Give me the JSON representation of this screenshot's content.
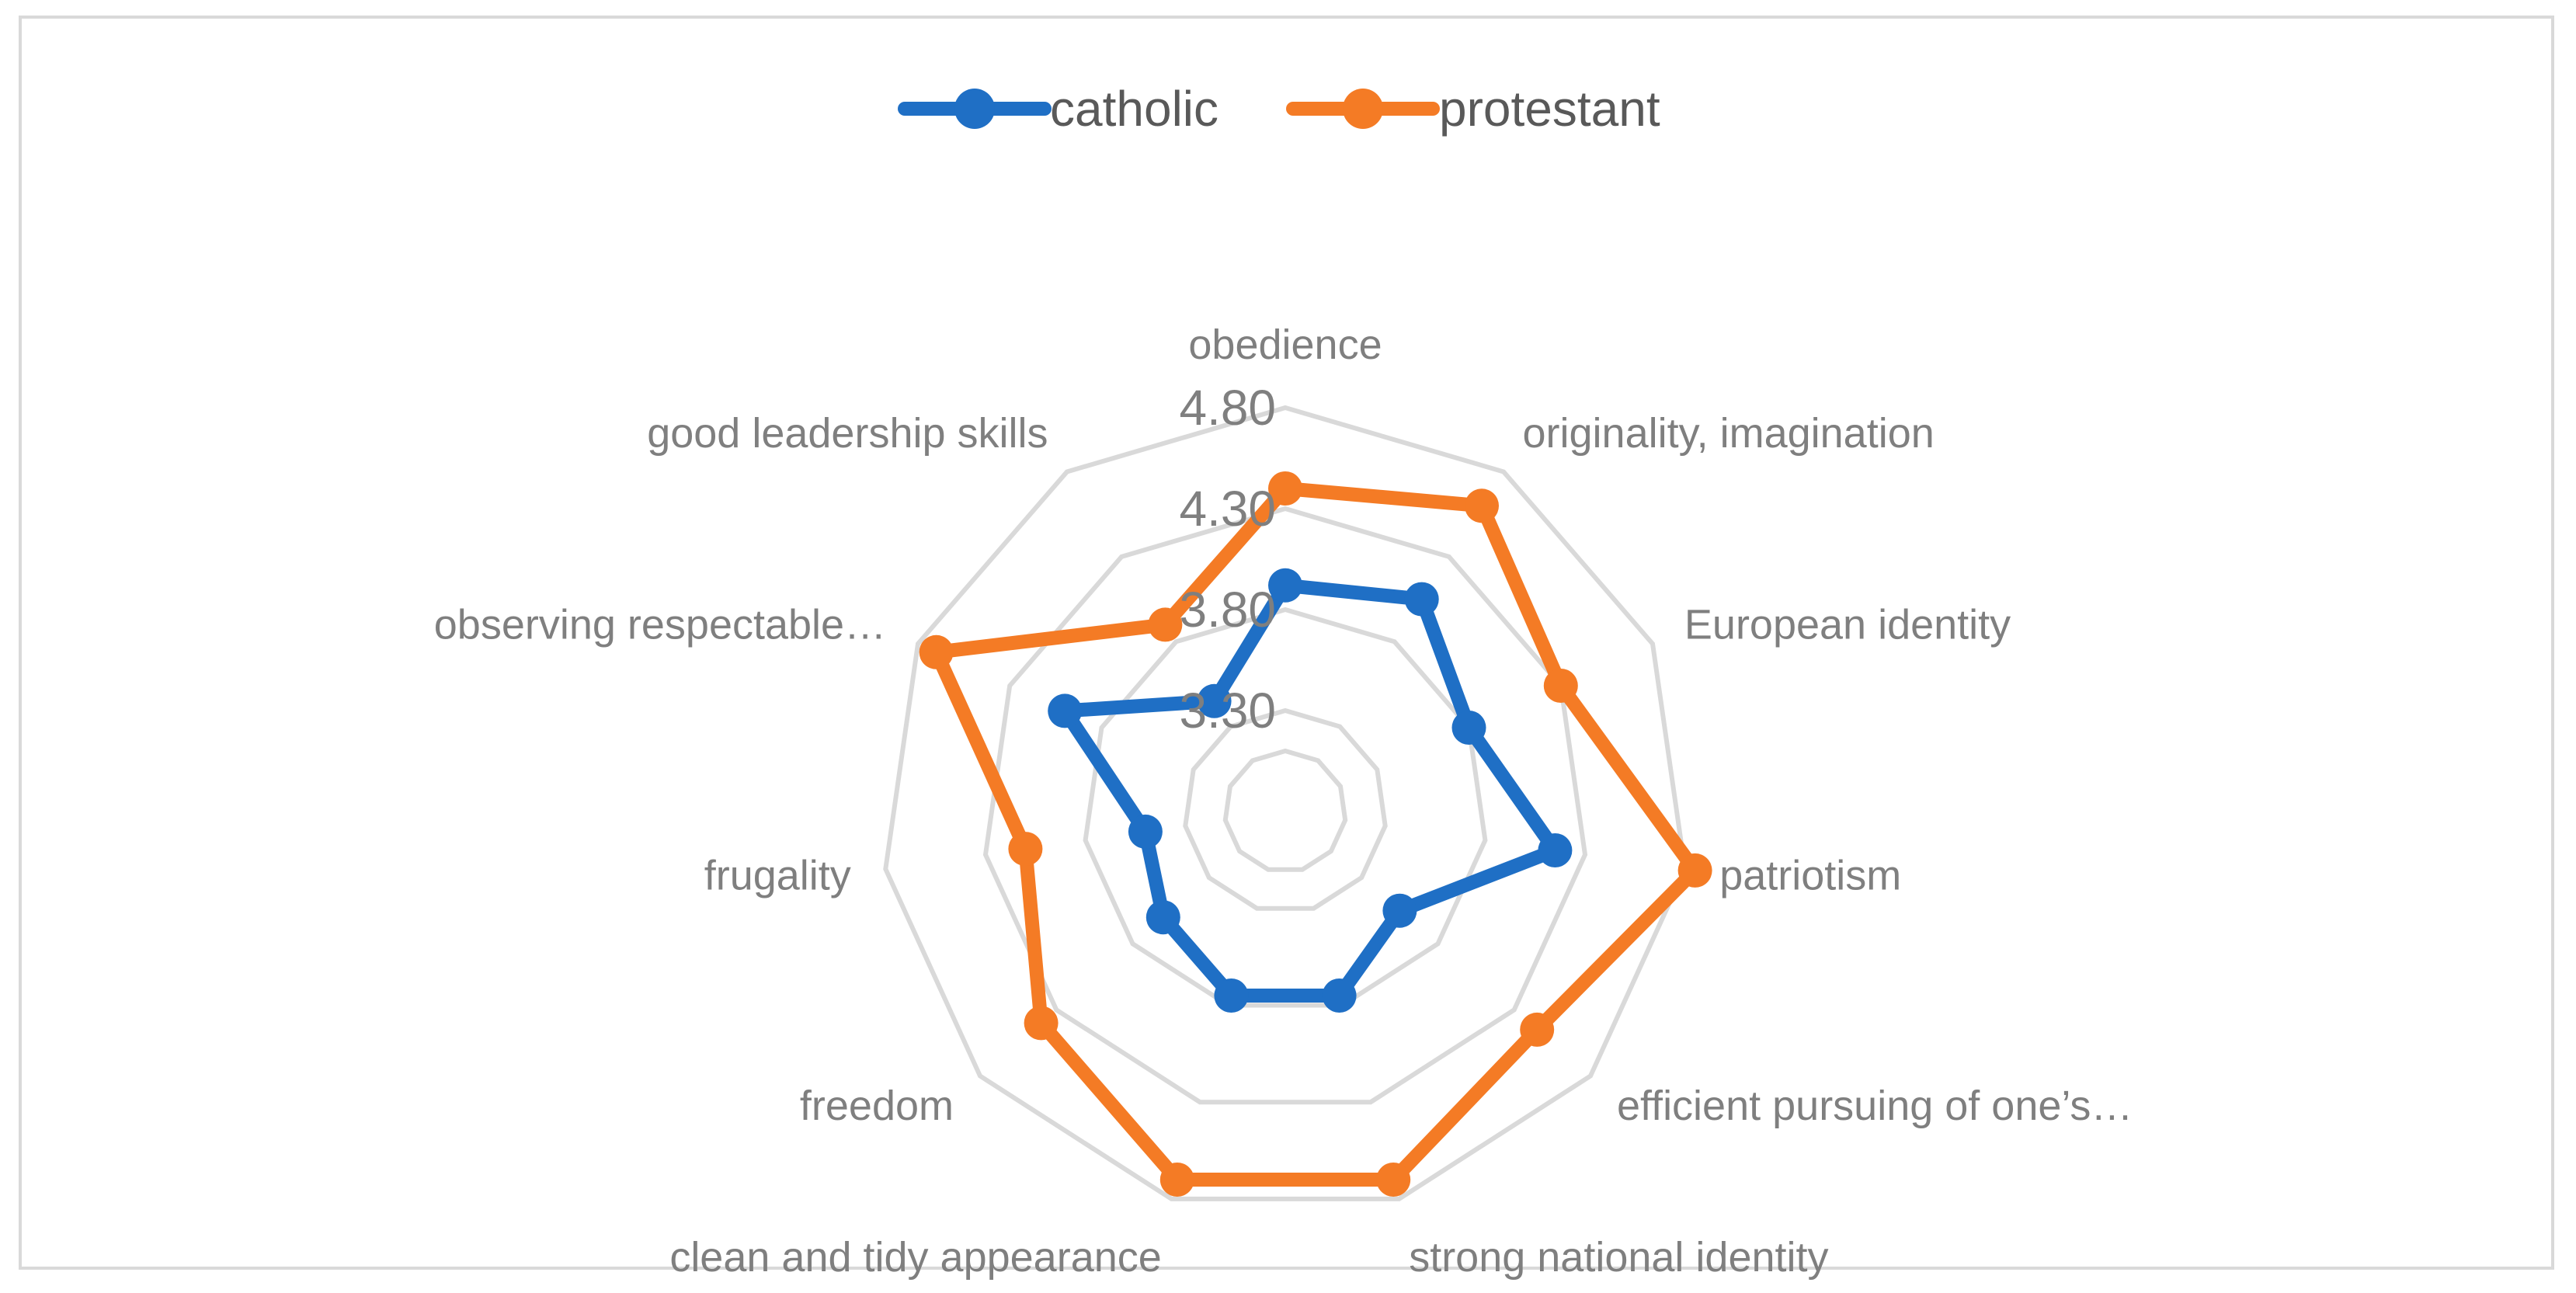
{
  "chart_data": {
    "type": "radar",
    "categories": [
      "obedience",
      "originality, imagination",
      "European identity",
      "patriotism",
      "efficient pursuing of one’s…",
      "strong national identity",
      "clean and tidy appearance",
      "freedom",
      "frugality",
      "observing respectable…",
      "good leadership skills"
    ],
    "series": [
      {
        "name": "catholic",
        "color": "#1f6fc5",
        "values": [
          3.92,
          4.05,
          3.8,
          4.15,
          3.55,
          3.75,
          3.75,
          3.6,
          3.5,
          4.0,
          3.45
        ]
      },
      {
        "name": "protestant",
        "color": "#f47b25",
        "values": [
          4.4,
          4.6,
          4.3,
          4.85,
          4.45,
          4.7,
          4.7,
          4.4,
          4.1,
          4.7,
          3.9
        ]
      }
    ],
    "r_ticks": [
      "3.30",
      "3.80",
      "4.30",
      "4.80"
    ],
    "r_range": [
      2.8,
      4.8
    ],
    "grid": true,
    "legend_position": "top"
  }
}
